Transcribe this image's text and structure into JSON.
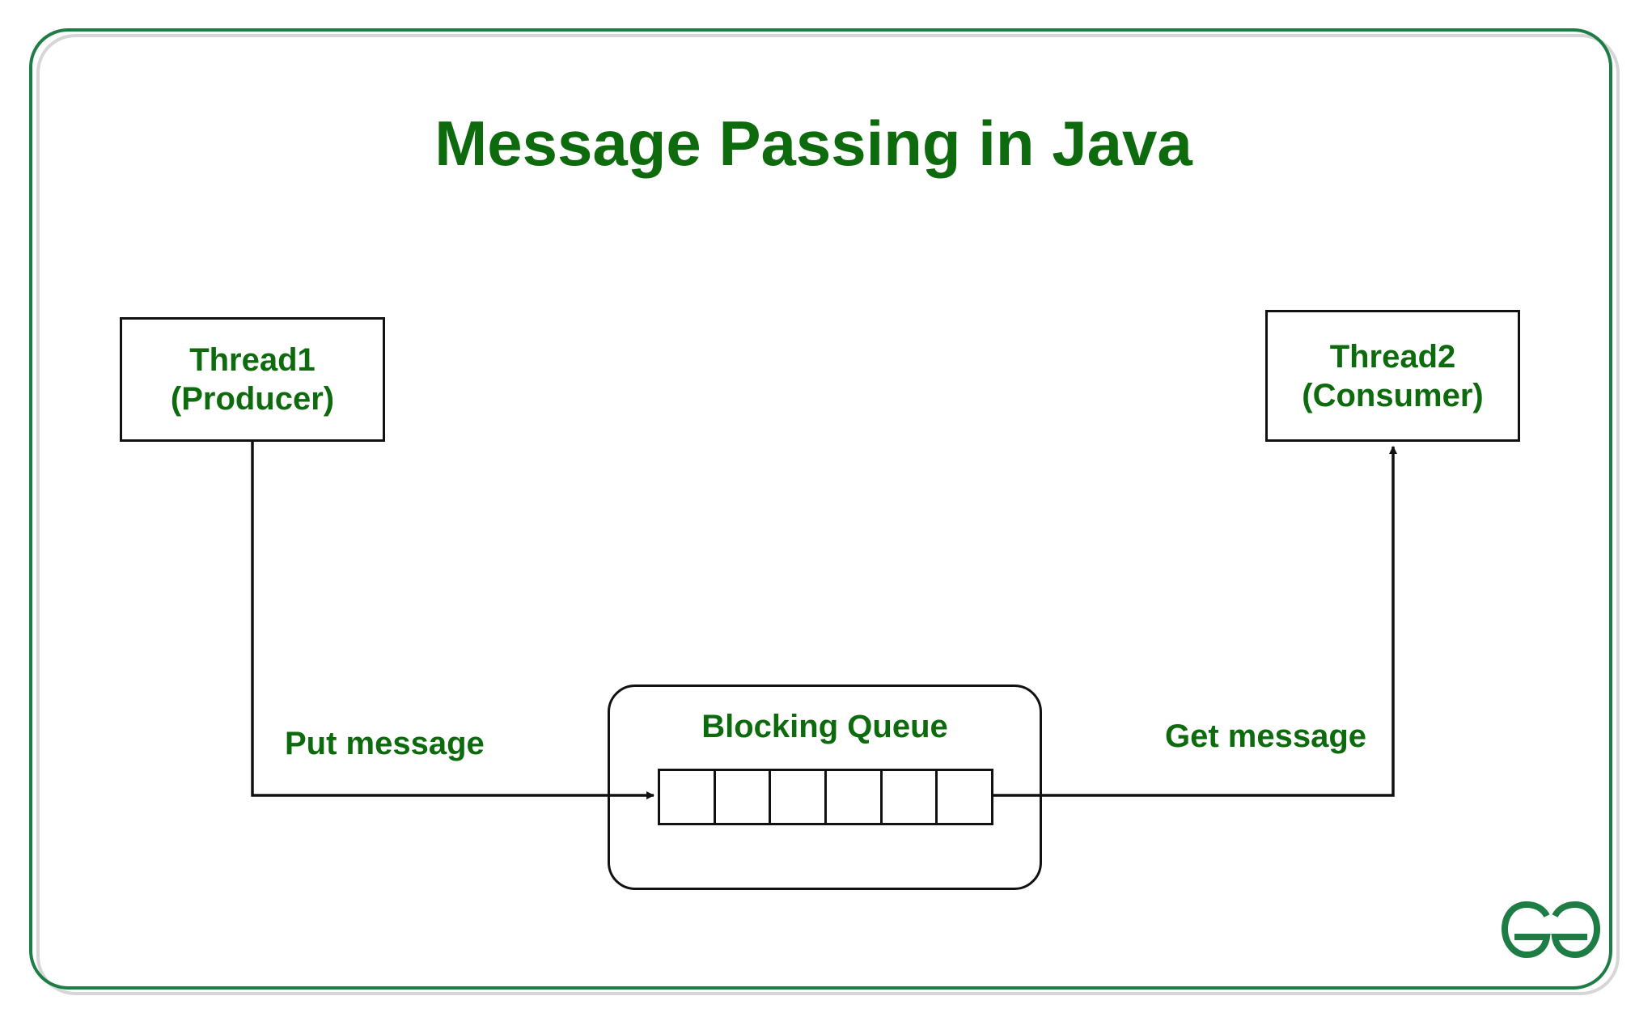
{
  "title": "Message Passing in Java",
  "producer": {
    "line1": "Thread1",
    "line2": "(Producer)"
  },
  "consumer": {
    "line1": "Thread2",
    "line2": "(Consumer)"
  },
  "queue": {
    "label": "Blocking Queue",
    "slot_count": 6
  },
  "edges": {
    "put_label": "Put message",
    "get_label": "Get message"
  },
  "logo": {
    "icon": "geeksforgeeks-logo-icon",
    "text": "GG"
  },
  "colors": {
    "frame": "#1e7d45",
    "text": "#0d6b0d",
    "lines": "#111111"
  }
}
